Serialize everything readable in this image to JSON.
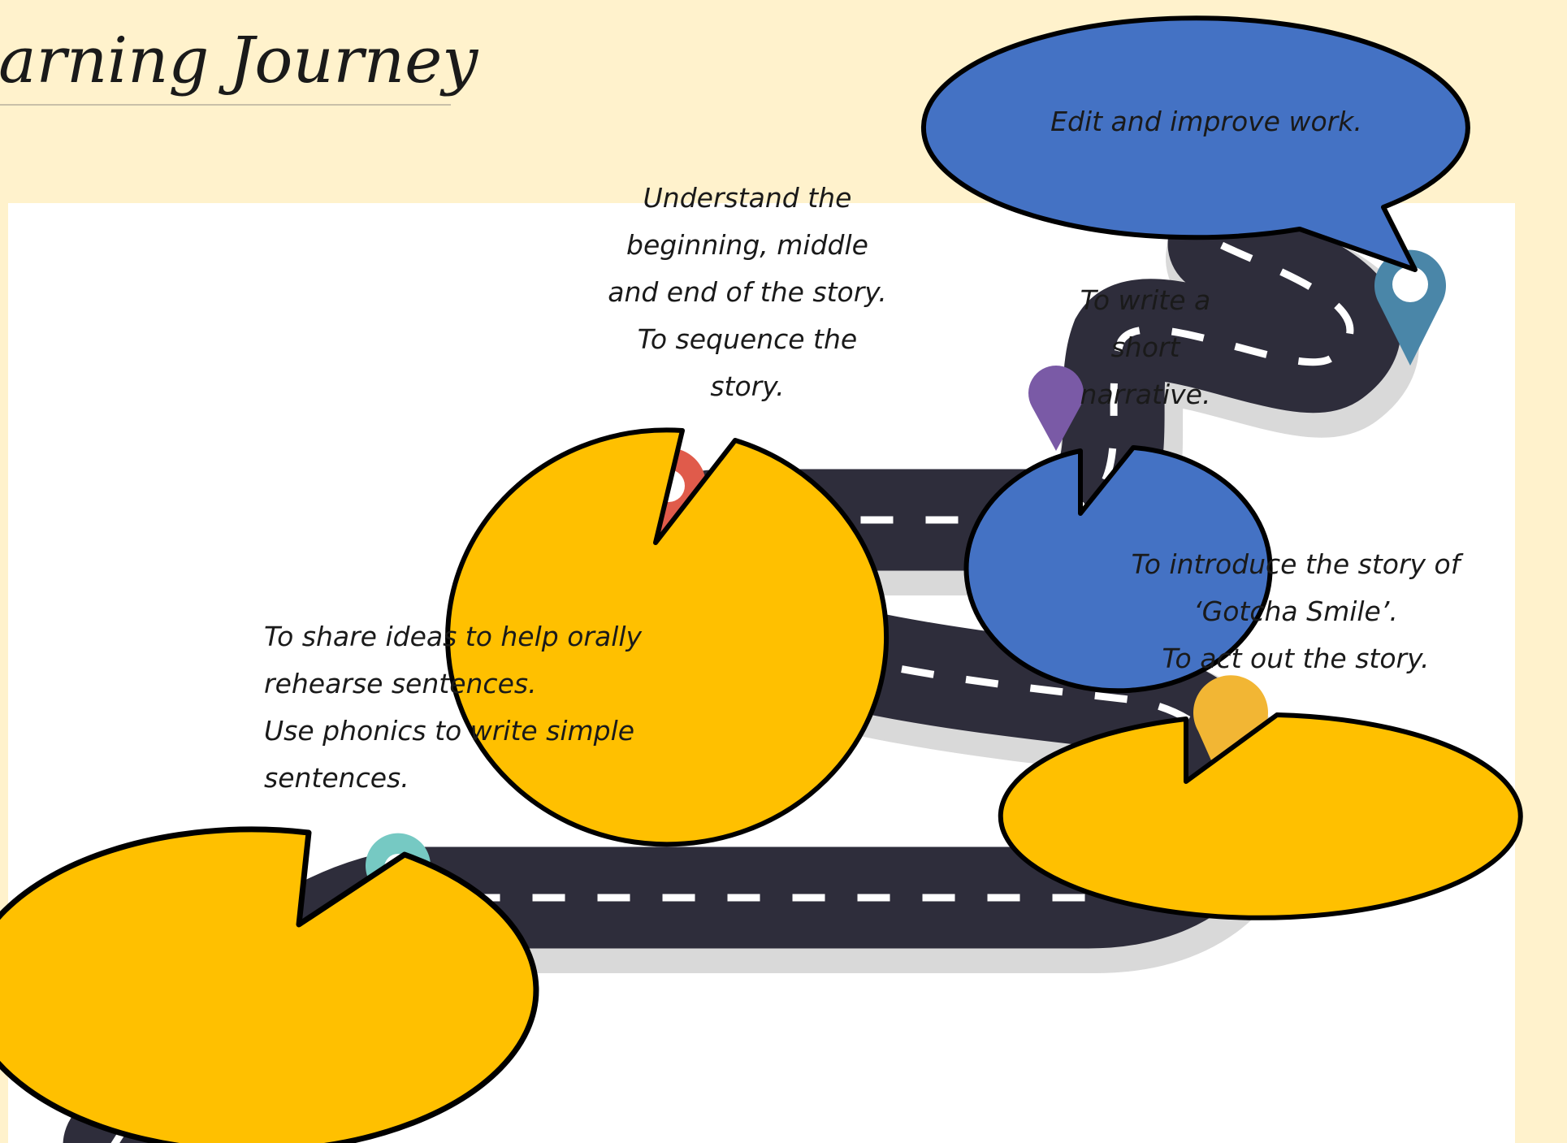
{
  "title": "earning Journey",
  "colors": {
    "background": "#fff2cc",
    "panel": "#ffffff",
    "road": "#2e2d3b",
    "orange_bubble": "#ffc000",
    "blue_bubble": "#4472c4",
    "pin_red": "#e05b4b",
    "pin_blue": "#4a86a8",
    "pin_teal": "#76c9c3",
    "pin_yellow": "#f2b634",
    "pin_purple": "#7a5aa6"
  },
  "bubbles": {
    "edit": {
      "lines": [
        "Edit and improve work."
      ]
    },
    "understand": {
      "lines": [
        "Understand the",
        "beginning, middle",
        "and end of the story.",
        "To sequence the",
        "story."
      ]
    },
    "write": {
      "lines": [
        "To write a",
        "short",
        "narrative."
      ]
    },
    "introduce": {
      "lines": [
        "To introduce the story of",
        "‘Gotcha Smile’.",
        "To act out the story."
      ]
    },
    "share": {
      "lines": [
        "To share ideas to help orally",
        "rehearse sentences.",
        "Use phonics to write simple",
        "sentences."
      ]
    }
  }
}
